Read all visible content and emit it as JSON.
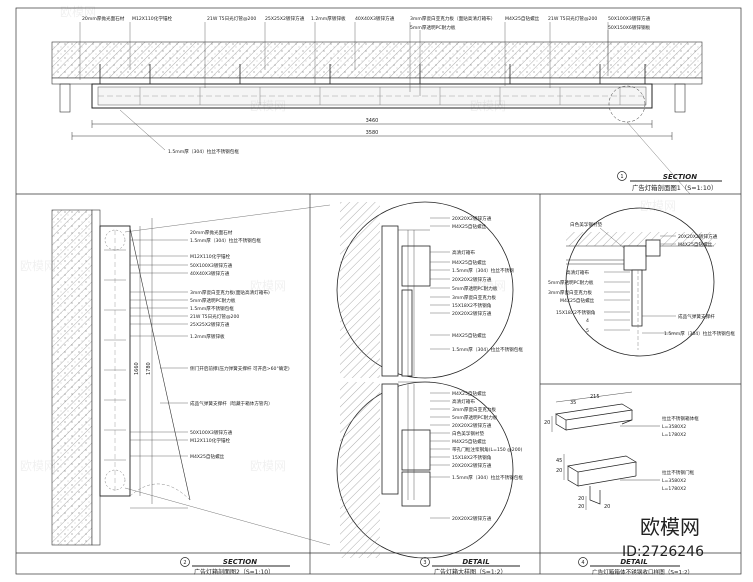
{
  "top_section": {
    "top_notes": [
      "20mm厚抛光面石材",
      "M12X110化学锚栓",
      "21W T5日光灯管@200",
      "25X25X2镀锌方通",
      "1.2mm厚镀锌板",
      "40X40X3镀锌方通",
      "3mm厚瓷白亚克力板（面贴高清灯箱布）",
      "5mm厚透明PC耐力板",
      "M4X25自钻螺丝",
      "21W T5日光灯管@200",
      "50X100X3镀锌方通",
      "50X150X6镀锌钢板"
    ],
    "dims": [
      "3460",
      "3580"
    ],
    "bottom_note": "1.5mm厚（304）拉丝不锈钢包框",
    "title": "SECTION",
    "subtitle": "广告灯箱剖面图1（S=1:10）",
    "number": "1"
  },
  "section2": {
    "notes": [
      "1.5mm厚（304）拉丝不锈钢包框",
      "M12X110化学锚栓",
      "50X100X3镀锌方通",
      "40X40X3镀锌方通",
      "3mm厚瓷白亚克力板(面贴高清灯箱布)",
      "5mm厚透明PC耐力板",
      "1.5mm厚不锈钢包框",
      "21W T5日光灯管@200",
      "25X25X2镀锌方通",
      "1.2mm厚镀锌板",
      "侧门开启前撑(压力弹簧支撑杆 可开启>60°确定)",
      "成品气弹簧支撑杆（暗藏于箱体方管内）",
      "50X100X3镀锌方通",
      "M12X110化学锚栓",
      "M4X25自钻螺丝",
      "20mm厚抛光面石材"
    ],
    "dims": [
      "1660",
      "1780"
    ],
    "title": "SECTION",
    "subtitle": "广告灯箱剖面图2（S=1:10）",
    "number": "2"
  },
  "detail1": {
    "notes_top": [
      "20X20X2镀锌方通",
      "M4X25自钻螺丝",
      "高清灯箱布",
      "M4X25自钻螺丝",
      "1.5mm厚（304）拉丝不锈钢",
      "20X20X2镀锌方通",
      "5mm厚透明PC耐力板",
      "3mm厚瓷白亚克力板",
      "15X18X2不锈钢角",
      "20X20X2镀锌方通",
      "M4X25自钻螺丝",
      "1.5mm厚（304）拉丝不锈钢包框"
    ],
    "notes_bottom": [
      "M4X25自钻螺丝",
      "高清灯箱布",
      "3mm厚瓷白亚克力板",
      "5mm厚透明PC耐力板",
      "20X20X2镀锌方通",
      "白色美孚钢衬垫",
      "M4X25自钻螺丝",
      "带孔门框注浆钢角(L=150 @200)",
      "15X18X2不锈钢角",
      "20X20X2镀锌方通",
      "1.5mm厚（304）拉丝不锈钢包框",
      "20X20X2镀锌方通"
    ],
    "title": "DETAIL",
    "subtitle": "广告灯箱大样图（S=1:2）",
    "number": "3"
  },
  "detail2": {
    "notes": [
      "白色美孚钢衬垫",
      "20X20X2镀锌方通",
      "M4X25自钻螺丝",
      "高清灯箱布",
      "5mm厚透明PC耐力板",
      "3mm厚瓷白亚克力板",
      "M4X25自钻螺丝",
      "15X18X2不锈钢角",
      "成品气弹簧支撑杆",
      "1.5mm厚（304）拉丝不锈钢包框"
    ],
    "numbers": [
      "4",
      "5"
    ]
  },
  "detail3": {
    "notes": [
      "拉丝不锈钢箱体框",
      "L=3580X2",
      "L=1780X2",
      "拉丝不锈钢门框",
      "L=3580X2",
      "L=1780X2"
    ],
    "dims": [
      "215",
      "35",
      "20",
      "45",
      "20",
      "20",
      "20",
      "20"
    ],
    "title": "DETAIL",
    "subtitle": "广告灯箱箱体不锈钢收口样图（S=1:2）",
    "number": "4"
  },
  "watermark": {
    "text": "欧模网",
    "id": "ID:2726246"
  }
}
